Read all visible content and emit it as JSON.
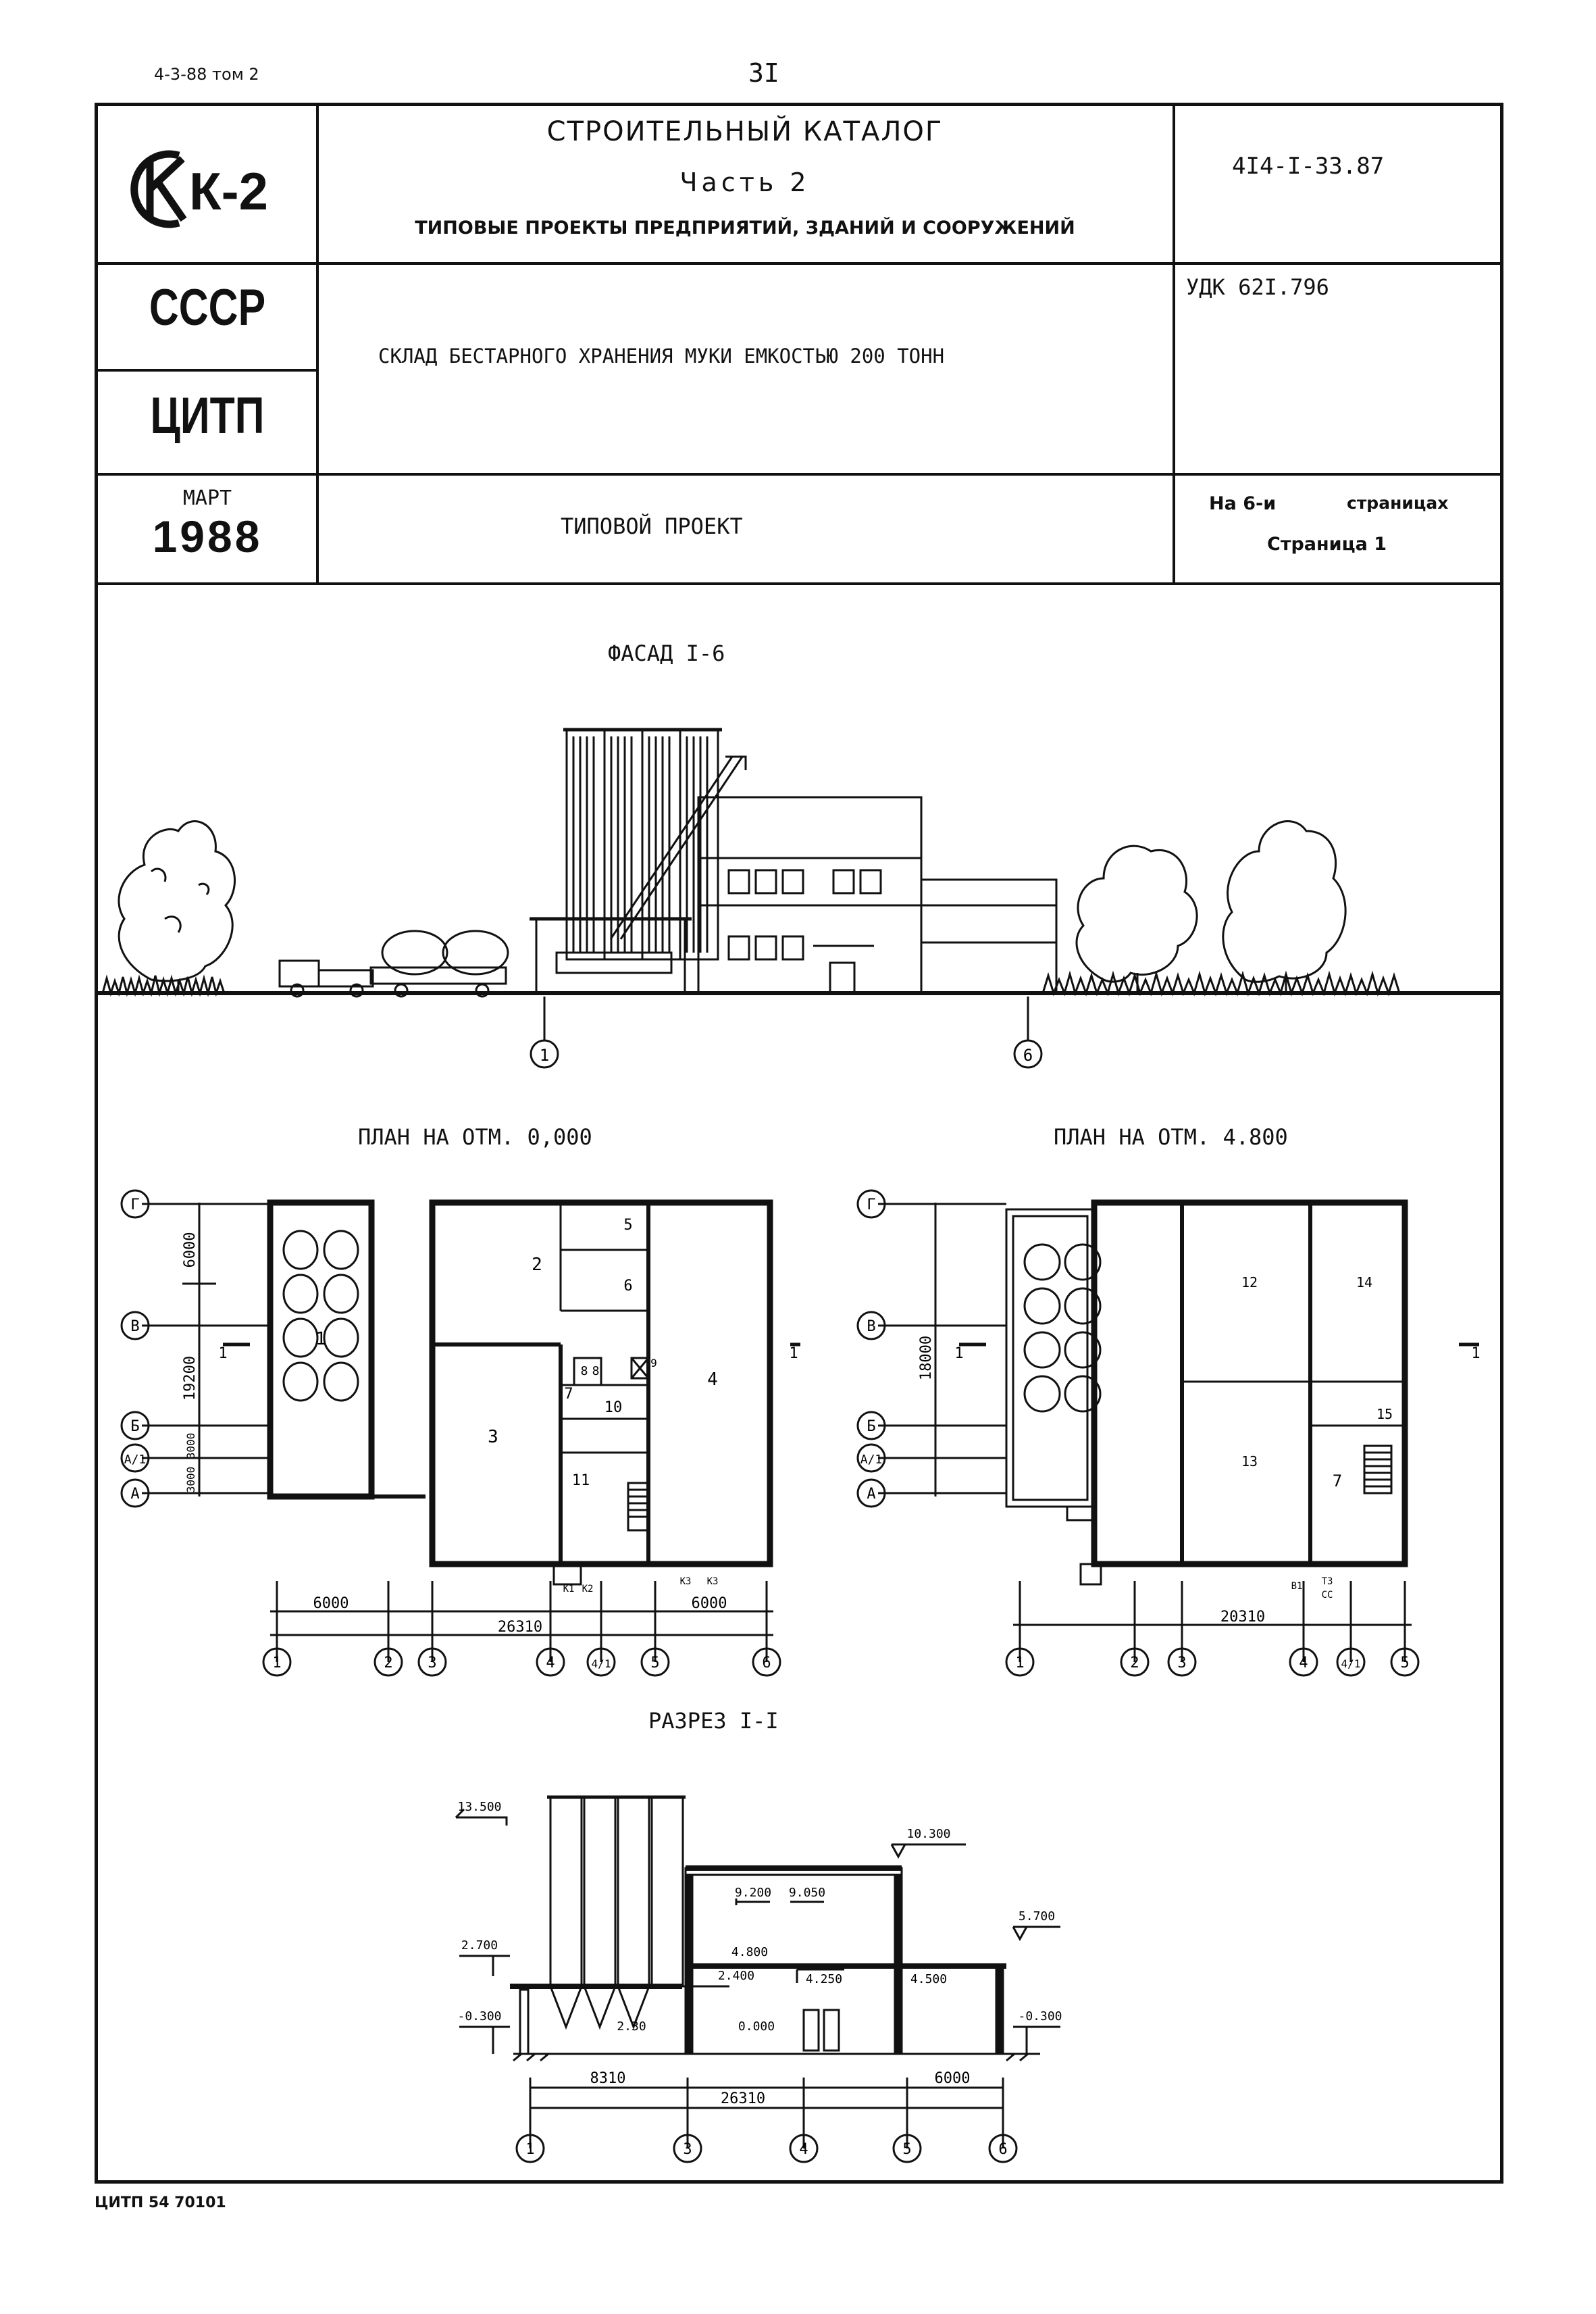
{
  "top": {
    "left_code": "4-3-88 том 2",
    "page_number": "3I"
  },
  "header": {
    "logo_text": "К-2",
    "catalog_title": "СТРОИТЕЛЬНЫЙ КАТАЛОГ",
    "part": "Часть 2",
    "subtitle": "ТИПОВЫЕ ПРОЕКТЫ ПРЕДПРИЯТИЙ, ЗДАНИЙ И СООРУЖЕНИЙ",
    "project_code": "4I4-I-33.87",
    "country": "СССР",
    "org": "ЦИТП",
    "project_name": "СКЛАД БЕСТАРНОГО ХРАНЕНИЯ МУКИ ЕМКОСТЬЮ 200 ТОНН",
    "udk": "УДК 62I.796",
    "month": "МАРТ",
    "year": "1988",
    "project_type": "ТИПОВОЙ ПРОЕКТ",
    "pages_on": "На 6-и",
    "pages_word": "страницах",
    "page_label": "Страница 1"
  },
  "facade": {
    "title": "ФАСАД I-6",
    "axis_left": "1",
    "axis_right": "6"
  },
  "plan1": {
    "title": "ПЛАН НА ОТМ. 0,000",
    "rows": [
      "Г",
      "В",
      "Б",
      "А/1",
      "А"
    ],
    "cols": [
      "1",
      "2",
      "3",
      "4",
      "4/1",
      "5",
      "6"
    ],
    "dims": [
      "6000",
      "19200",
      "3000",
      "3000",
      "6000",
      "26310",
      "6000"
    ],
    "rooms": [
      "1",
      "2",
      "3",
      "4",
      "5",
      "6",
      "7",
      "8",
      "8",
      "9",
      "10",
      "11"
    ],
    "section_mark": "1",
    "notes": [
      "К1",
      "К2",
      "К3",
      "К3"
    ]
  },
  "plan2": {
    "title": "ПЛАН НА ОТМ. 4.800",
    "rows": [
      "Г",
      "В",
      "Б",
      "А/1",
      "А"
    ],
    "cols": [
      "1",
      "2",
      "3",
      "4",
      "4/1",
      "5"
    ],
    "dims": [
      "18000",
      "20310"
    ],
    "rooms": [
      "12",
      "13",
      "14",
      "15",
      "7"
    ],
    "section_mark": "1",
    "notes": [
      "В1",
      "Т3",
      "СС"
    ]
  },
  "section": {
    "title": "РАЗРЕЗ I-I",
    "levels": [
      "13.500",
      "10.300",
      "9.200",
      "9.050",
      "4.800",
      "5.700",
      "2.700",
      "2.400",
      "4.250",
      "4.500",
      "-0.300",
      "2.30",
      "0.000",
      "-0.300"
    ],
    "dims": [
      "8310",
      "26310",
      "6000"
    ],
    "cols": [
      "1",
      "3",
      "4",
      "5",
      "6"
    ]
  },
  "footer": {
    "code": "ЦИТП 54 70101"
  }
}
